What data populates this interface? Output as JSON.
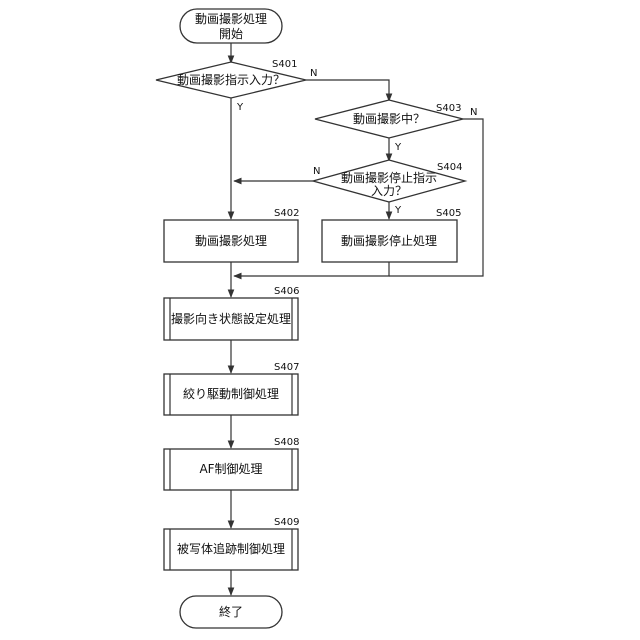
{
  "start": {
    "line1": "動画撮影処理",
    "line2": "開始"
  },
  "end": {
    "label": "終了"
  },
  "decisions": {
    "s401": {
      "step": "S401",
      "label": "動画撮影指示入力？",
      "yes": "Y",
      "no": "N"
    },
    "s403": {
      "step": "S403",
      "label": "動画撮影中？",
      "yes": "Y",
      "no": "N"
    },
    "s404": {
      "step": "S404",
      "line1": "動画撮影停止指示",
      "line2": "入力？",
      "yes": "Y",
      "no": "N"
    }
  },
  "processes": {
    "s402": {
      "step": "S402",
      "label": "動画撮影処理"
    },
    "s405": {
      "step": "S405",
      "label": "動画撮影停止処理"
    },
    "s406": {
      "step": "S406",
      "label": "撮影向き状態設定処理"
    },
    "s407": {
      "step": "S407",
      "label": "絞り駆動制御処理"
    },
    "s408": {
      "step": "S408",
      "label": "AF制御処理"
    },
    "s409": {
      "step": "S409",
      "label": "被写体追跡制御処理"
    }
  }
}
